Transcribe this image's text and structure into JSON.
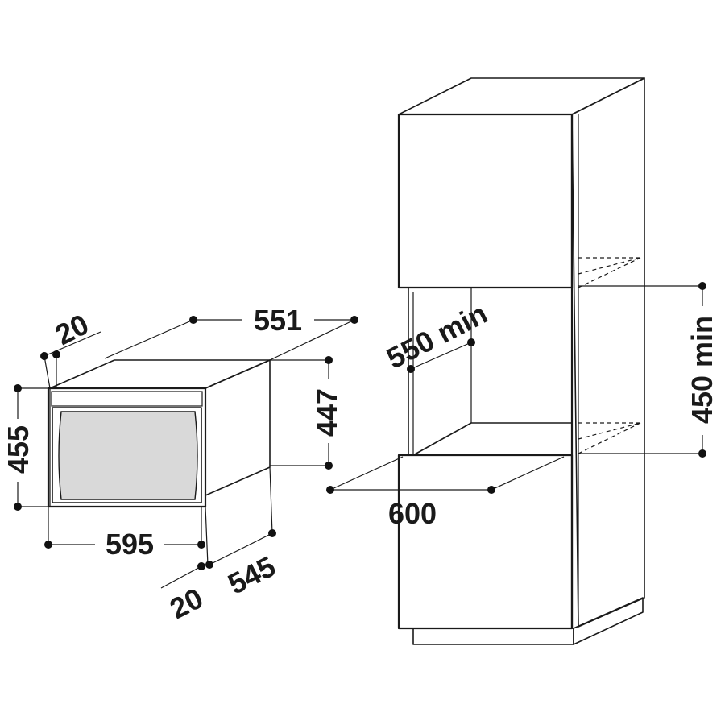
{
  "appliance_dimensions": {
    "total_depth": "551",
    "door_thickness_top": "20",
    "height": "455",
    "body_height": "447",
    "width": "595",
    "door_thickness_bottom": "20",
    "body_depth": "545"
  },
  "niche_dimensions": {
    "depth": "550 min",
    "height": "450 min",
    "width": "600"
  },
  "colors": {
    "line": "#1a1a1a",
    "window": "#d9d9d9",
    "background": "#ffffff"
  }
}
